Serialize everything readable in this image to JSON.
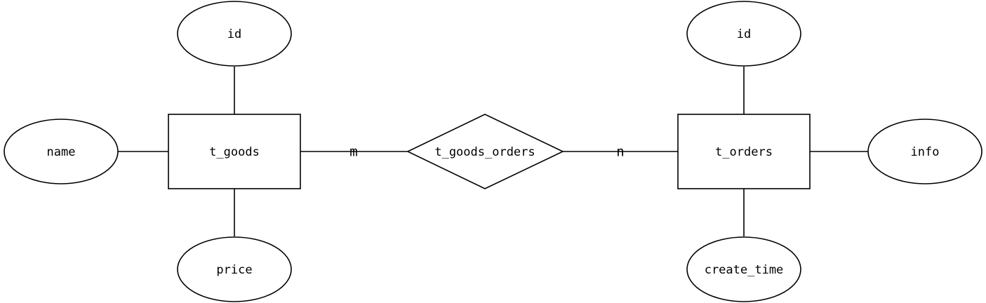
{
  "entities": {
    "goods": {
      "name": "t_goods"
    },
    "orders": {
      "name": "t_orders"
    }
  },
  "relationship": {
    "name": "t_goods_orders",
    "card_goods": "m",
    "card_orders": "n"
  },
  "attributes": {
    "goods": {
      "id": "id",
      "name": "name",
      "price": "price"
    },
    "orders": {
      "id": "id",
      "info": "info",
      "create_time": "create_time"
    }
  },
  "colors": {
    "stroke": "#000000",
    "fill": "#ffffff"
  }
}
